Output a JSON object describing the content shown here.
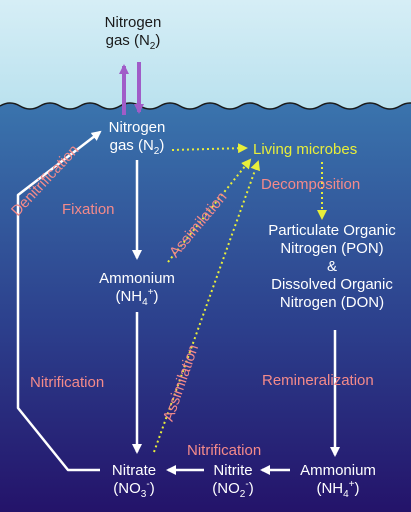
{
  "atmosphere": {
    "n2_label_line1": "Nitrogen",
    "n2_label_line2": "gas (N",
    "n2_sub": "2",
    "n2_close": ")"
  },
  "ocean": {
    "n2_line1": "Nitrogen",
    "n2_line2": "gas (N",
    "n2_sub": "2",
    "n2_close": ")",
    "living_microbes": "Living microbes",
    "ammonium1_line1": "Ammonium",
    "ammonium1_line2": "(NH",
    "ammonium1_sub": "4",
    "ammonium1_sup": "+",
    "ammonium1_close": ")",
    "pon_line1": "Particulate Organic",
    "pon_line2": "Nitrogen (PON)",
    "pon_amp": "&",
    "don_line1": "Dissolved Organic",
    "don_line2": "Nitrogen (DON)",
    "nitrate": "Nitrate",
    "nitrate_formula": "(NO",
    "nitrate_sub": "3",
    "nitrate_sup": "-",
    "nitrate_close": ")",
    "nitrite": "Nitrite",
    "nitrite_formula": "(NO",
    "nitrite_sub": "2",
    "nitrite_sup": "-",
    "nitrite_close": ")",
    "ammonium2_line1": "Ammonium",
    "ammonium2_line2": "(NH",
    "ammonium2_sub": "4",
    "ammonium2_sup": "+",
    "ammonium2_close": ")"
  },
  "processes": {
    "denitrification": "Denitrification",
    "fixation": "Fixation",
    "assimilation_upper": "Assimilation",
    "assimilation_lower": "Assimilation",
    "decomposition": "Decomposition",
    "nitrification_left": "Nitrification",
    "nitrification_bottom": "Nitrification",
    "remineralization": "Remineralization"
  },
  "colors": {
    "sky": "#cdeaf3",
    "ocean_top": "#3a74ad",
    "ocean_bottom": "#24136a",
    "arrow_white": "#ffffff",
    "arrow_purple": "#a05cc8",
    "arrow_yellow": "#e8ee3a",
    "process_pink": "#f48a8a"
  }
}
